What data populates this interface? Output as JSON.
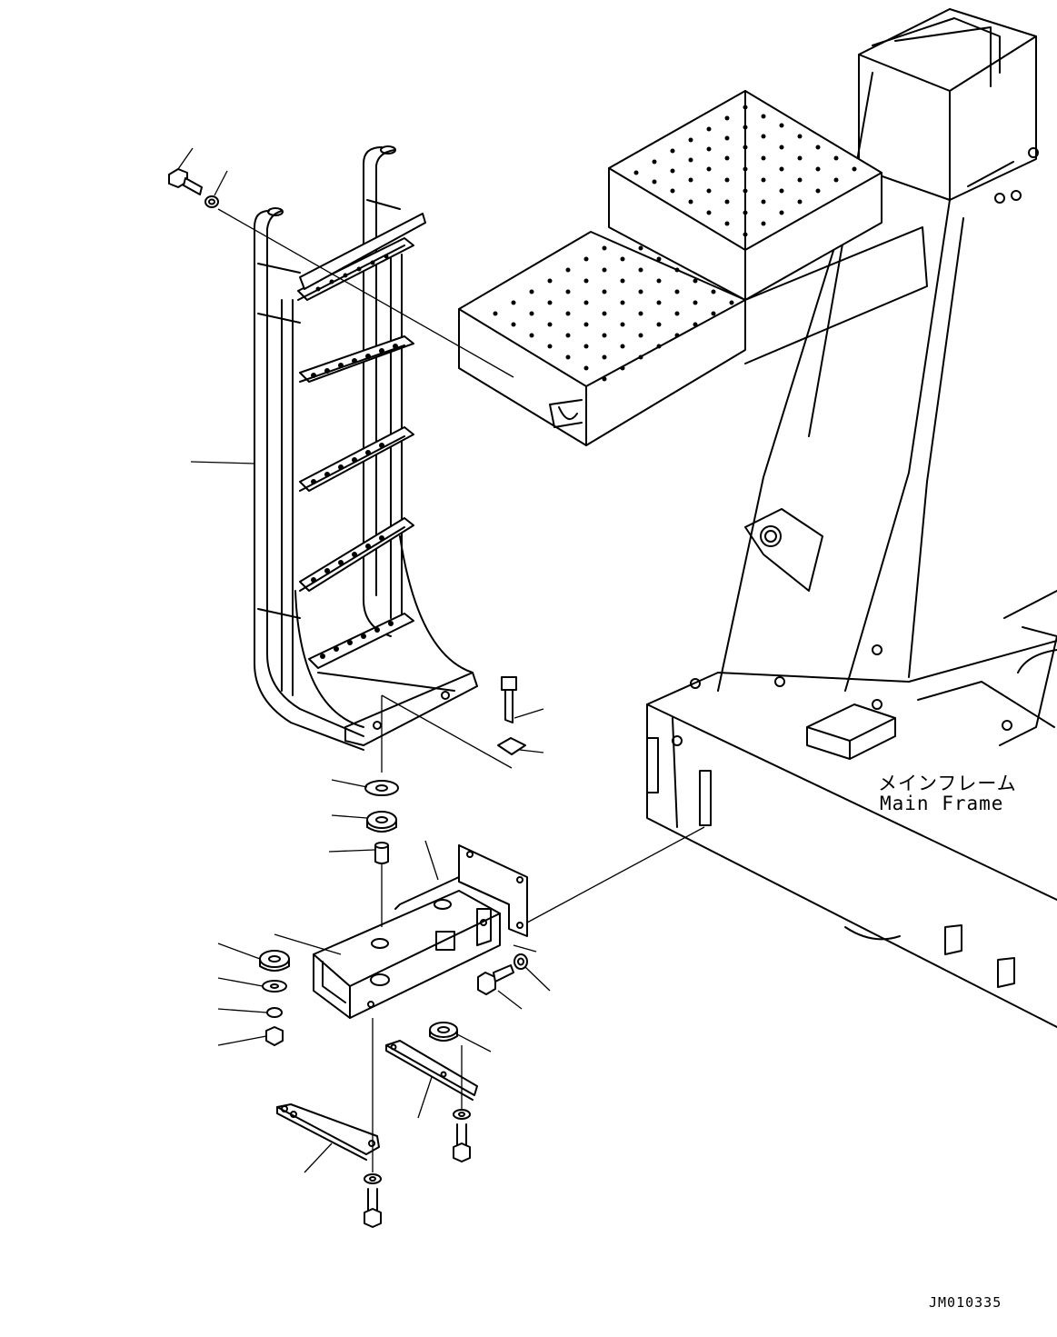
{
  "labels": {
    "main_frame_jp": "メインフレーム",
    "main_frame_en": "Main Frame"
  },
  "drawing_number": "JM010335",
  "colors": {
    "line": "#000000",
    "background": "#ffffff"
  }
}
